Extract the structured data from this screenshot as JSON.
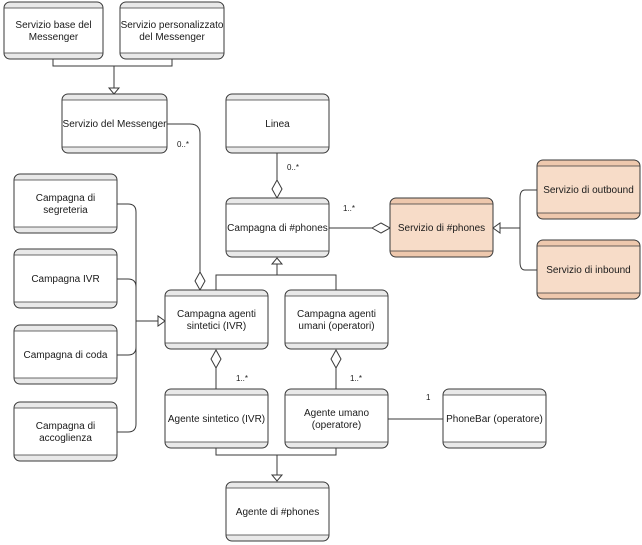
{
  "colors": {
    "default_fill": "#ffffff",
    "default_band": "#e9e9e9",
    "highlight_fill": "#f7dcc8",
    "highlight_band": "#eec8ad",
    "stroke": "#3a3a3a"
  },
  "nodes": [
    {
      "id": "servizio-base-messenger",
      "lines": [
        "Servizio base del",
        "Messenger"
      ],
      "style": "default"
    },
    {
      "id": "servizio-personalizzato-messenger",
      "lines": [
        "Servizio personalizzato",
        "del Messenger"
      ],
      "style": "default"
    },
    {
      "id": "servizio-messenger",
      "lines": [
        "Servizio del Messenger"
      ],
      "style": "default"
    },
    {
      "id": "linea",
      "lines": [
        "Linea"
      ],
      "style": "default"
    },
    {
      "id": "campagna-segreteria",
      "lines": [
        "Campagna di",
        "segreteria"
      ],
      "style": "default"
    },
    {
      "id": "campagna-phones",
      "lines": [
        "Campagna di #phones"
      ],
      "style": "default"
    },
    {
      "id": "servizio-phones",
      "lines": [
        "Servizio di #phones"
      ],
      "style": "highlight"
    },
    {
      "id": "servizio-outbound",
      "lines": [
        "Servizio di outbound"
      ],
      "style": "highlight"
    },
    {
      "id": "servizio-inbound",
      "lines": [
        "Servizio di inbound"
      ],
      "style": "highlight"
    },
    {
      "id": "campagna-ivr",
      "lines": [
        "Campagna IVR"
      ],
      "style": "default"
    },
    {
      "id": "campagna-agenti-sintetici",
      "lines": [
        "Campagna agenti",
        "sintetici (IVR)"
      ],
      "style": "default"
    },
    {
      "id": "campagna-agenti-umani",
      "lines": [
        "Campagna agenti",
        "umani (operatori)"
      ],
      "style": "default"
    },
    {
      "id": "campagna-coda",
      "lines": [
        "Campagna di coda"
      ],
      "style": "default"
    },
    {
      "id": "campagna-accoglienza",
      "lines": [
        "Campagna di",
        "accoglienza"
      ],
      "style": "default"
    },
    {
      "id": "agente-sintetico",
      "lines": [
        "Agente sintetico (IVR)"
      ],
      "style": "default"
    },
    {
      "id": "agente-umano",
      "lines": [
        "Agente umano",
        "(operatore)"
      ],
      "style": "default"
    },
    {
      "id": "phonebar",
      "lines": [
        "PhoneBar (operatore)"
      ],
      "style": "default"
    },
    {
      "id": "agente-phones",
      "lines": [
        "Agente di #phones"
      ],
      "style": "default"
    }
  ],
  "multiplicities": [
    {
      "id": "mult-messenger",
      "text": "0..*"
    },
    {
      "id": "mult-linea",
      "text": "0..*"
    },
    {
      "id": "mult-servizio-phones",
      "text": "1..*"
    },
    {
      "id": "mult-agente-sintetico",
      "text": "1..*"
    },
    {
      "id": "mult-agente-umano",
      "text": "1..*"
    },
    {
      "id": "mult-phonebar",
      "text": "1"
    }
  ]
}
